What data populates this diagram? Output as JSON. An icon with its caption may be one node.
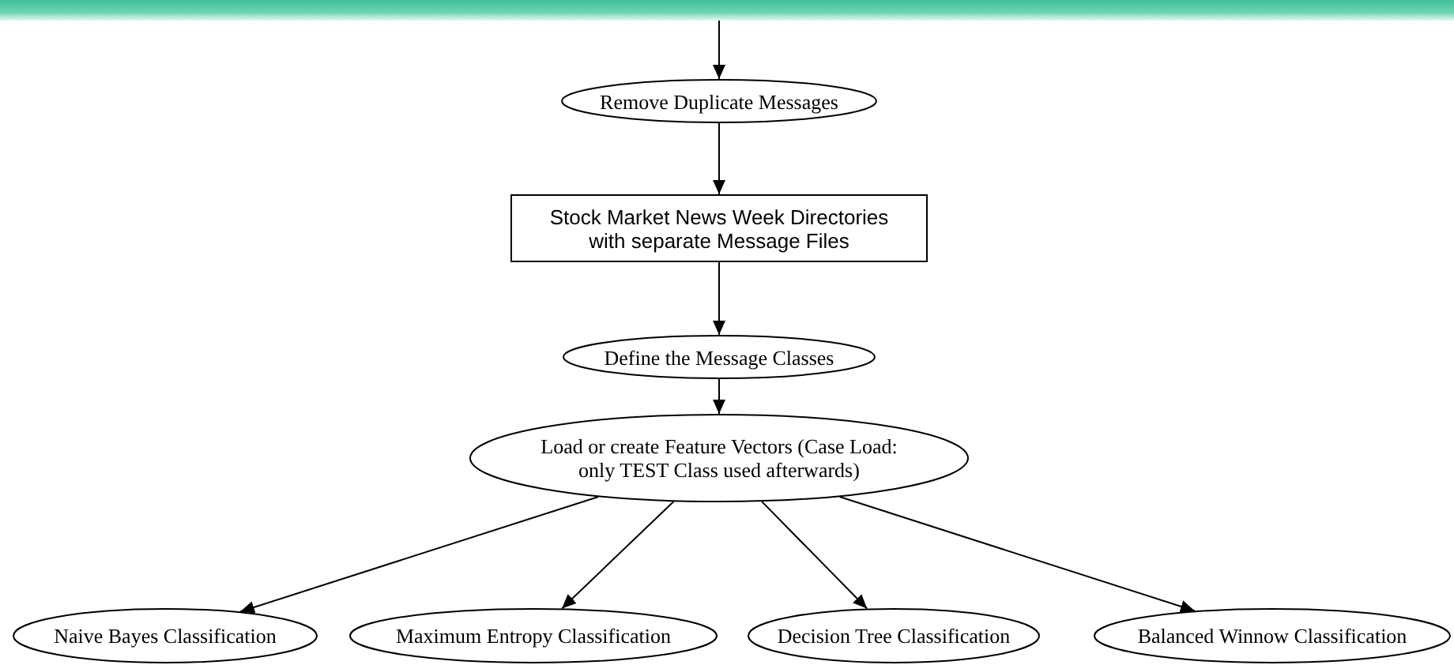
{
  "diagram": {
    "nodes": [
      {
        "text": [],
        "shape": "bar"
      },
      {
        "text": [
          "Remove Duplicate Messages"
        ]
      },
      {
        "text": [
          "Stock Market News Week Directories with separate Message Files"
        ]
      },
      {
        "text": [
          "Define the Message Classes"
        ]
      },
      {
        "text": [
          "Load or create Feature Vectors (Case Load: only TEST Class used afterwards)"
        ]
      },
      {
        "text": [
          "Naive Bayes Classification"
        ]
      },
      {
        "text": [
          "Maximum Entropy Classification"
        ]
      },
      {
        "text": [
          "Decision Tree Classification"
        ]
      },
      {
        "text": [
          "Balanced Winnow Classification"
        ]
      }
    ],
    "edges": [
      {
        "from": 0,
        "to": 1,
        "arrow": "to"
      },
      {
        "from": 1,
        "to": 2,
        "arrow": "to"
      },
      {
        "from": 2,
        "to": 3,
        "arrow": "to"
      },
      {
        "from": 3,
        "to": 4,
        "arrow": "to"
      },
      {
        "from": 4,
        "to": 5,
        "arrow": "to"
      },
      {
        "from": 4,
        "to": 6,
        "arrow": "to"
      },
      {
        "from": 4,
        "to": 7,
        "arrow": "to"
      },
      {
        "from": 4,
        "to": 8,
        "arrow": "to"
      }
    ]
  }
}
